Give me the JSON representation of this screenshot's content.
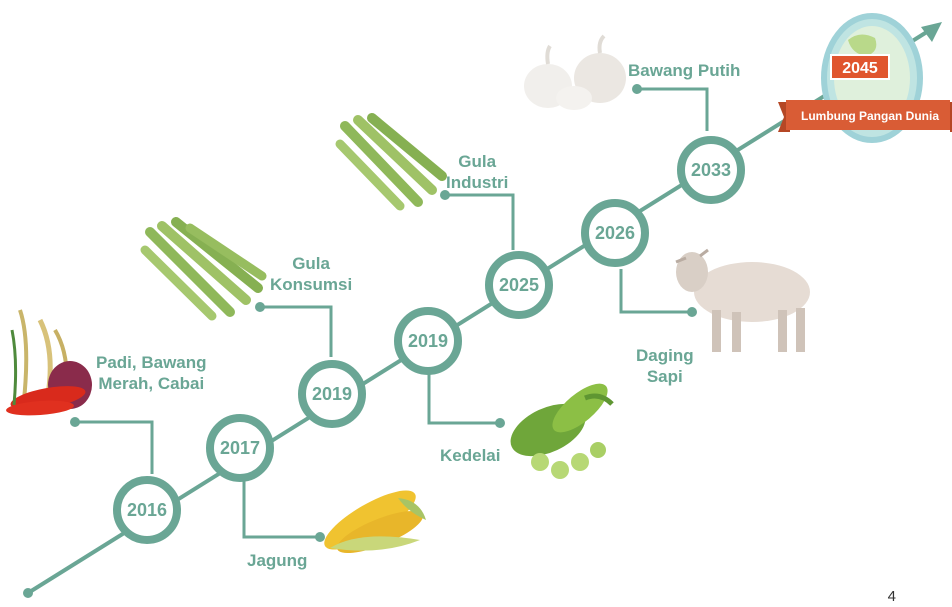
{
  "milestones": [
    {
      "year": "2016",
      "commodity": "Padi, Bawang\nMerah, Cabai"
    },
    {
      "year": "2017",
      "commodity": "Jagung"
    },
    {
      "year": "2019",
      "commodity": "Gula\nKonsumsi"
    },
    {
      "year": "2019",
      "commodity": "Kedelai"
    },
    {
      "year": "2025",
      "commodity": "Gula\nIndustri"
    },
    {
      "year": "2026",
      "commodity": "Daging\nSapi"
    },
    {
      "year": "2033",
      "commodity": "Bawang Putih"
    }
  ],
  "goal": {
    "year": "2045",
    "title": "Lumbung Pangan Dunia"
  },
  "page_number": "4",
  "colors": {
    "teal": "#6aa695",
    "goal_badge": "#e0552e",
    "ribbon": "#d95c35",
    "globe": "#a9d8d8"
  }
}
